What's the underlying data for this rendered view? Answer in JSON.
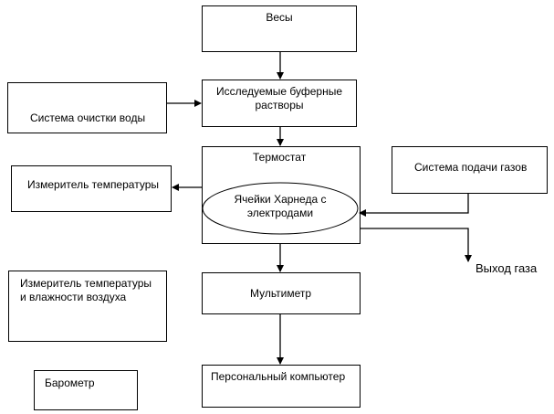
{
  "diagram": {
    "scales": "Весы",
    "buffers": "Исследуемые буферные\nрастворы",
    "water": "Система очистки воды",
    "thermostat": "Термостат",
    "cell": "Ячейки Харнеда с\nэлектродами",
    "gas_supply": "Система подачи газов",
    "temp_meter": "Измеритель температуры",
    "gas_out": "Выход газа",
    "temp_humidity": "Измеритель температуры\nи влажности воздуха",
    "multimeter": "Мультиметр",
    "barometer": "Барометр",
    "pc": "Персональный компьютер"
  }
}
